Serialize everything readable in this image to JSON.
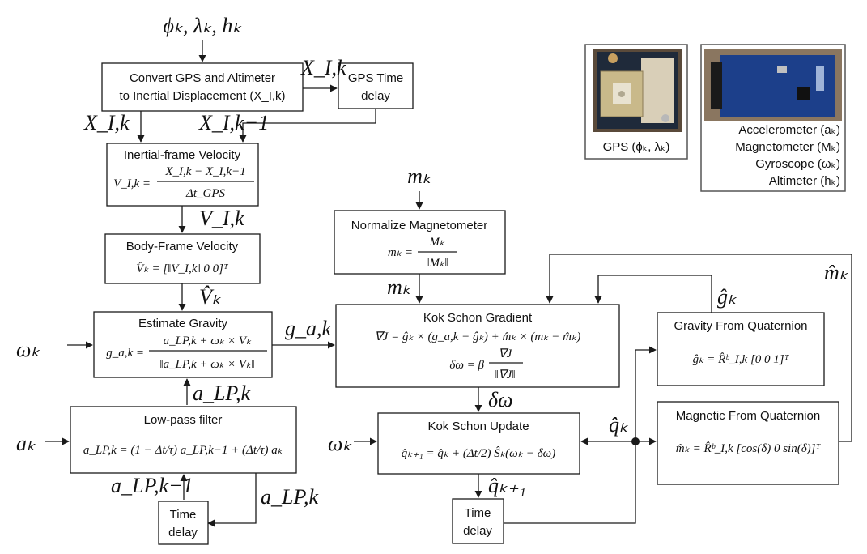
{
  "inputs": {
    "gps_top": "ϕₖ, λₖ, hₖ",
    "m_k": "mₖ",
    "omega_gravity": "ωₖ",
    "a_k": "aₖ",
    "omega_update": "ωₖ"
  },
  "signals": {
    "X_Ik_right": "X_I,k",
    "X_Ik_down": "X_I,k",
    "X_Ik_minus1": "X_I,k−1",
    "V_Ik": "V_I,k",
    "V_hat_k": "V̂ₖ",
    "m_k_norm": "mₖ",
    "g_ak": "g_a,k",
    "a_LPk_up": "a_LP,k",
    "a_LPk_minus1": "a_LP,k−1",
    "a_LPk_fb": "a_LP,k",
    "delta_omega": "δω",
    "q_hat_k": "q̂ₖ",
    "q_hat_k1": "q̂ₖ₊₁",
    "g_hat_k": "ĝₖ",
    "m_hat_k": "m̂ₖ"
  },
  "blocks": {
    "convert_gps": {
      "line1": "Convert GPS and Altimeter",
      "line2": "to Inertial Displacement (X_I,k)"
    },
    "gps_delay": {
      "line1": "GPS Time",
      "line2": "delay"
    },
    "inertial_velocity": {
      "title": "Inertial-frame Velocity",
      "lhs": "V_I,k =",
      "num": "X_I,k − X_I,k−1",
      "den": "Δt_GPS"
    },
    "body_velocity": {
      "title": "Body-Frame Velocity",
      "eq": "V̂ₖ = [‖V_I,k‖   0   0]ᵀ"
    },
    "normalize_mag": {
      "title": "Normalize Magnetometer",
      "lhs": "mₖ =",
      "num": "Mₖ",
      "den": "‖Mₖ‖"
    },
    "estimate_gravity": {
      "title": "Estimate Gravity",
      "lhs": "g_a,k =",
      "num": "a_LP,k + ωₖ × Vₖ",
      "den": "‖a_LP,k + ωₖ × Vₖ‖"
    },
    "kok_gradient": {
      "title": "Kok Schon Gradient",
      "eq1": "∇J = ĝₖ × (g_a,k − ĝₖ) + m̂ₖ × (mₖ − m̂ₖ)",
      "lhs2": "δω = β",
      "num2": "∇J",
      "den2": "‖∇J‖"
    },
    "lowpass": {
      "title": "Low-pass filter",
      "eq": "a_LP,k = (1 − Δt/τ) a_LP,k−1 + (Δt/τ) aₖ"
    },
    "kok_update": {
      "title": "Kok Schon Update",
      "eq": "q̂ₖ₊₁ = q̂ₖ + (Δt/2) Ŝₖ(ωₖ − δω)"
    },
    "gravity_quat": {
      "title": "Gravity From Quaternion",
      "eq": "ĝₖ = R̂ᵇ_I,k [0 0 1]ᵀ"
    },
    "magnetic_quat": {
      "title": "Magnetic From Quaternion",
      "eq": "m̂ₖ = R̂ᵇ_I,k [cos(δ) 0 sin(δ)]ᵀ"
    },
    "time_delay_left": {
      "line1": "Time",
      "line2": "delay"
    },
    "time_delay_mid": {
      "line1": "Time",
      "line2": "delay"
    }
  },
  "sensors": {
    "gps_caption": "GPS (ϕₖ, λₖ)",
    "imu_lines": [
      "Accelerometer (aₖ)",
      "Magnetometer (Mₖ)",
      "Gyroscope (ωₖ)",
      "Altimeter (hₖ)"
    ]
  }
}
